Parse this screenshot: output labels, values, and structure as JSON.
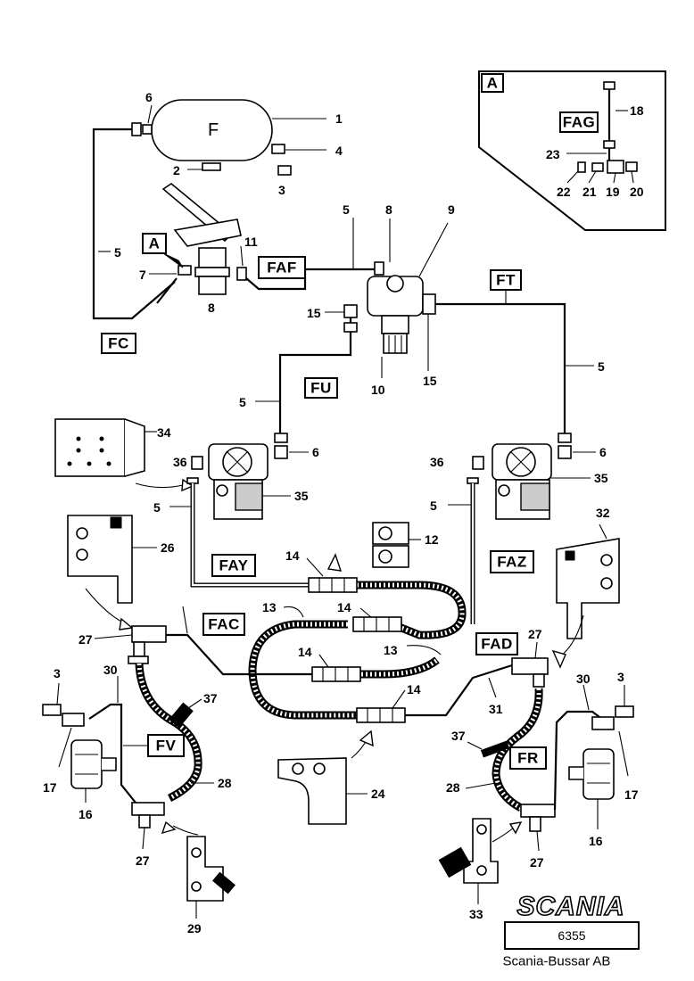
{
  "drawing": {
    "detail_label": "A",
    "tank_label": "F",
    "brand": "SCANIA",
    "drawing_number": "6355",
    "company": "Scania-Bussar AB"
  },
  "pipe_codes": {
    "FC": "FC",
    "FAF": "FAF",
    "FT": "FT",
    "FU": "FU",
    "FAY": "FAY",
    "FAZ": "FAZ",
    "FAC": "FAC",
    "FAD": "FAD",
    "FV": "FV",
    "FR": "FR",
    "FAG": "FAG"
  },
  "part_numbers": {
    "p1": "1",
    "p2": "2",
    "p3": "3",
    "p4": "4",
    "p5": "5",
    "p6": "6",
    "p7": "7",
    "p8": "8",
    "p9": "9",
    "p10": "10",
    "p11": "11",
    "p12": "12",
    "p13": "13",
    "p14": "14",
    "p15": "15",
    "p16": "16",
    "p17": "17",
    "p18": "18",
    "p19": "19",
    "p20": "20",
    "p21": "21",
    "p22": "22",
    "p23": "23",
    "p24": "24",
    "p26": "26",
    "p27": "27",
    "p28": "28",
    "p29": "29",
    "p30": "30",
    "p31": "31",
    "p32": "32",
    "p33": "33",
    "p34": "34",
    "p35": "35",
    "p36": "36",
    "p37": "37"
  }
}
